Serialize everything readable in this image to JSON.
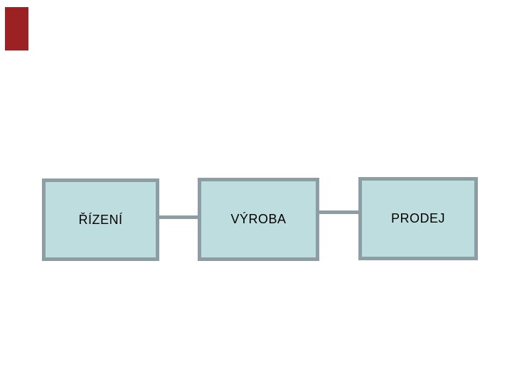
{
  "slide": {
    "type": "presentation-slide-diagram"
  },
  "diagram": {
    "nodes": [
      {
        "id": "rizeni",
        "label": "ŘÍZENÍ"
      },
      {
        "id": "vyroba",
        "label": "VÝROBA"
      },
      {
        "id": "prodej",
        "label": "PRODEJ"
      }
    ],
    "connections": [
      {
        "from": "rizeni",
        "to": "vyroba"
      },
      {
        "from": "vyroba",
        "to": "prodej"
      }
    ]
  },
  "colors": {
    "background": "#ffffff",
    "box_fill": "#bedddf",
    "box_border": "#8c9ea3",
    "connector": "#8c9ea3",
    "accent_bar": "#9c2123",
    "text": "#000000"
  }
}
